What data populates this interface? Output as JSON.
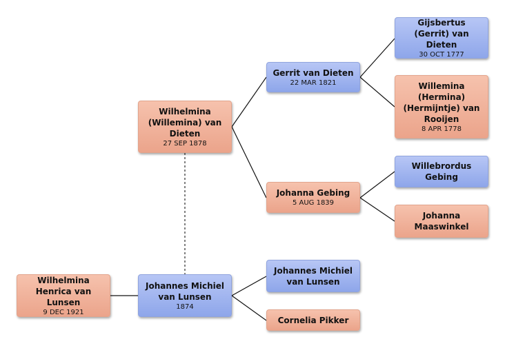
{
  "people": {
    "wilhelmina_henrica": {
      "name": "Wilhelmina Henrica van Lunsen",
      "date": "9 DEC 1921",
      "gender": "female"
    },
    "johannes_michiel_1874": {
      "name": "Johannes Michiel van Lunsen",
      "date": "1874",
      "gender": "male"
    },
    "wilhelmina_van_dieten": {
      "name": "Wilhelmina (Willemina) van Dieten",
      "date": "27 SEP 1878",
      "gender": "female"
    },
    "gerrit_van_dieten": {
      "name": "Gerrit van Dieten",
      "date": "22 MAR 1821",
      "gender": "male"
    },
    "johanna_gebing": {
      "name": "Johanna Gebing",
      "date": "5 AUG 1839",
      "gender": "female"
    },
    "gijsbertus": {
      "name": "Gijsbertus (Gerrit) van Dieten",
      "date": "30 OCT 1777",
      "gender": "male"
    },
    "willemina_hermina": {
      "name": "Willemina (Hermina) (Hermijntje) van Rooijen",
      "date": "8 APR 1778",
      "gender": "female"
    },
    "willebrordus": {
      "name": "Willebrordus Gebing",
      "date": "",
      "gender": "male"
    },
    "johanna_maaswinkel": {
      "name": "Johanna Maaswinkel",
      "date": "",
      "gender": "female"
    },
    "johannes_michiel_father": {
      "name": "Johannes Michiel van Lunsen",
      "date": "",
      "gender": "male"
    },
    "cornelia_pikker": {
      "name": "Cornelia Pikker",
      "date": "",
      "gender": "female"
    }
  },
  "colors": {
    "male": "#9bb0ee",
    "female": "#f0b199",
    "line": "#111111",
    "spouse_line": "#555555"
  }
}
